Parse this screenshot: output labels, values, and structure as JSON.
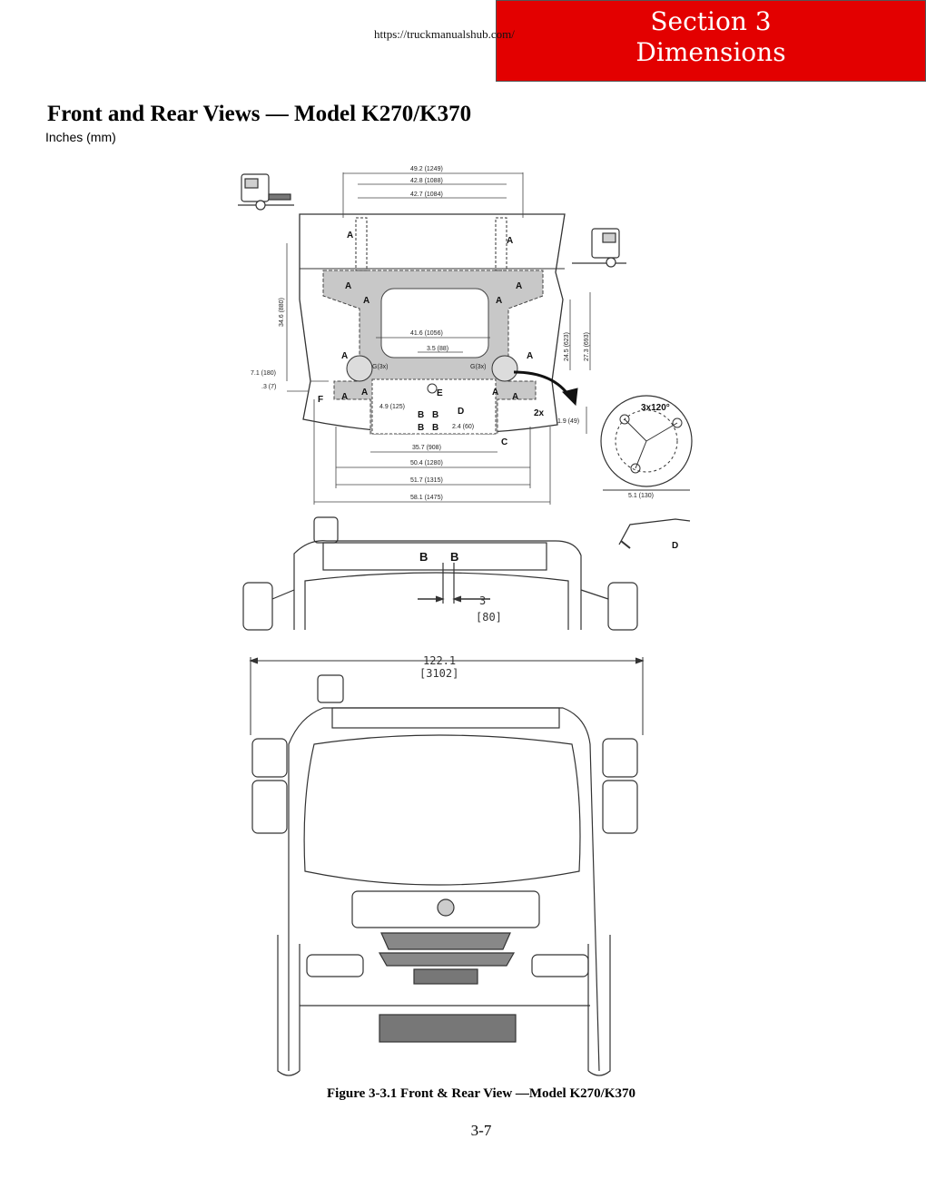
{
  "header": {
    "url": "https://truckmanualshub.com/",
    "section_line1": "Section 3",
    "section_line2": "Dimensions",
    "section_bg": "#e30000"
  },
  "title": "Front and Rear Views — Model K270/K370",
  "units": "Inches (mm)",
  "rear_view": {
    "dims_top": [
      "49.2 (1249)",
      "42.8 (1088)",
      "42.7 (1084)"
    ],
    "dims_left": [
      "34.6 (880)",
      "7.1 (180)",
      ".3 (7)"
    ],
    "dims_right": [
      "24.5 (623)",
      "27.3 (693)",
      "1.9 (49)"
    ],
    "dims_inner": [
      "41.6 (1056)",
      "3.5 (88)",
      "4.9 (125)",
      "2.4 (60)"
    ],
    "dims_bottom": [
      "35.7 (908)",
      "50.4 (1280)",
      "51.7 (1315)",
      "58.1 (1475)"
    ],
    "labels": {
      "a": "A",
      "b": "B",
      "c": "C",
      "d": "D",
      "e": "E",
      "f": "F",
      "g": "G(3x)",
      "twox": "2x"
    }
  },
  "detail": {
    "angle": "3x120°",
    "dim": "5.1 (130)",
    "d_label": "D"
  },
  "front_view": {
    "b_label": "B",
    "gap_in": "3",
    "gap_mm": "[80]",
    "width_in": "122.1",
    "width_mm": "[3102]"
  },
  "figure_caption": "Figure 3-3.1 Front & Rear View —Model K270/K370",
  "page_number": "3-7"
}
